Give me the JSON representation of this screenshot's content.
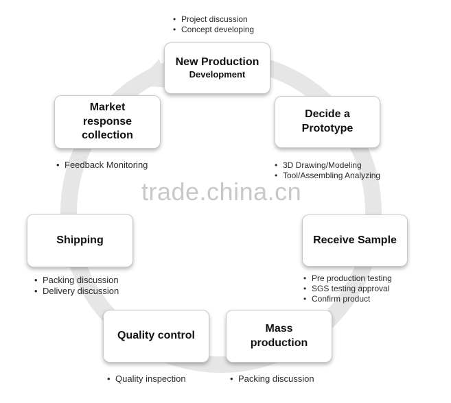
{
  "nodes": {
    "new_production": {
      "line1": "New Production",
      "line2": "Development"
    },
    "decide_prototype": {
      "line1": "Decide a",
      "line2": "Prototype"
    },
    "receive_sample": {
      "line1": "Receive Sample"
    },
    "mass_production": {
      "line1": "Mass",
      "line2": "production"
    },
    "quality_control": {
      "line1": "Quality control"
    },
    "shipping": {
      "line1": "Shipping"
    },
    "market_response": {
      "line1": "Market",
      "line2": "response",
      "line3": "collection"
    }
  },
  "notes": {
    "new_production": [
      "Project discussion",
      "Concept developing"
    ],
    "decide_prototype": [
      "3D Drawing/Modeling",
      "Tool/Assembling Analyzing"
    ],
    "receive_sample": [
      "Pre production testing",
      "SGS testing approval",
      "Confirm product"
    ],
    "mass_production": [
      "Packing discussion"
    ],
    "quality_control": [
      "Quality inspection"
    ],
    "shipping": [
      "Packing discussion",
      "Delivery discussion"
    ],
    "market_response": [
      "Feedback Monitoring"
    ]
  },
  "watermark": "trade.china.cn",
  "colors": {
    "ring": "#e6e6e6",
    "box_border": "#c9c9c9",
    "text": "#111111"
  }
}
